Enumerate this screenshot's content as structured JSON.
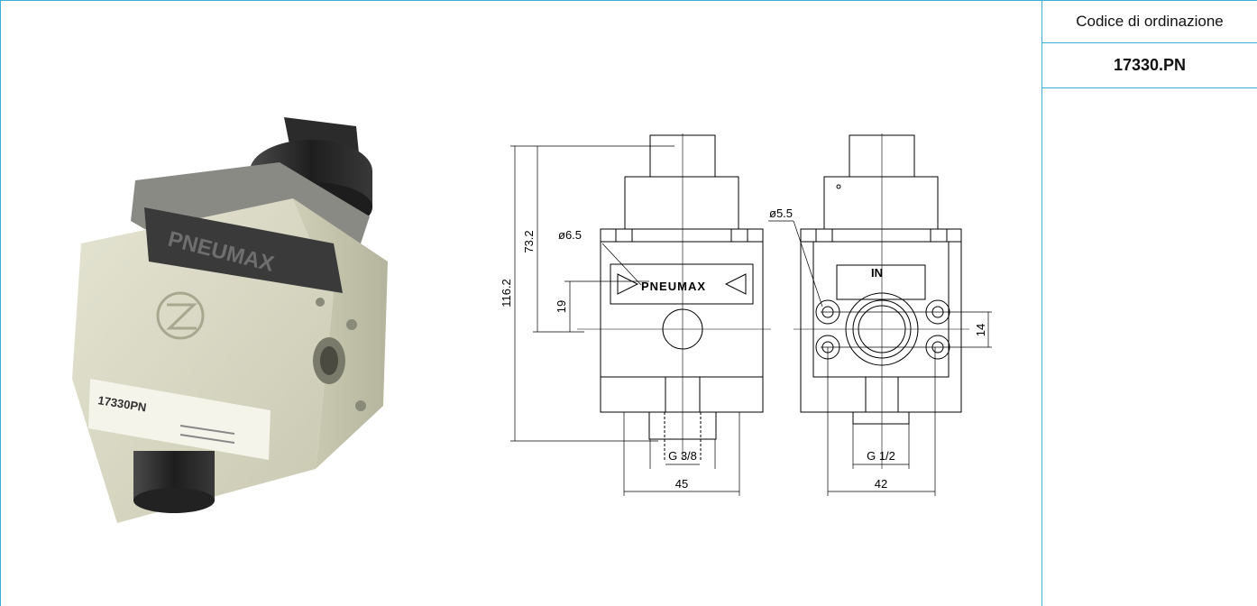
{
  "sidebar": {
    "header_label": "Codice di ordinazione",
    "order_code": "17330.PN"
  },
  "photo": {
    "brand_text": "PNEUMAX",
    "label_text": "17330PN"
  },
  "drawing": {
    "front": {
      "brand_text": "PNEUMAX",
      "dim_overall_height": "116.2",
      "dim_upper_height": "73.2",
      "dim_port_height": "19",
      "dim_hole": "ø6.5",
      "dim_port": "G 3/8",
      "dim_width": "45"
    },
    "side": {
      "in_label": "IN",
      "dim_hole": "ø5.5",
      "dim_hole_spacing": "14",
      "dim_port": "G 1/2",
      "dim_width": "42"
    }
  }
}
